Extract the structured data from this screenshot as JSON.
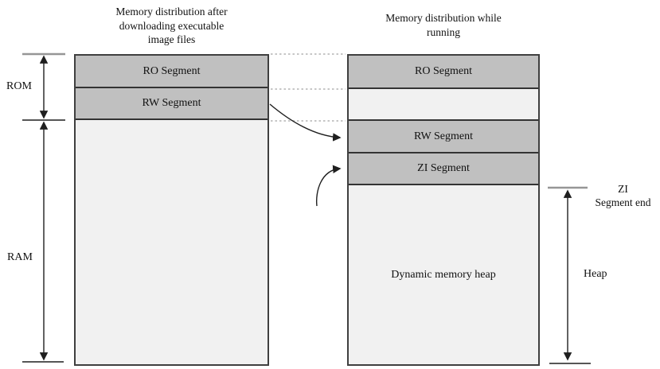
{
  "titles": {
    "left": {
      "line1": "Memory distribution after",
      "line2": "downloading executable",
      "line3": "image files"
    },
    "right": {
      "line1": "Memory distribution while",
      "line2": "running"
    }
  },
  "left_column": {
    "ro": "RO Segment",
    "rw": "RW Segment"
  },
  "right_column": {
    "ro": "RO Segment",
    "rw": "RW Segment",
    "zi": "ZI Segment",
    "heap": "Dynamic memory heap"
  },
  "side_labels": {
    "rom": "ROM",
    "ram": "RAM",
    "zi_end": {
      "line1": "ZI",
      "line2": "Segment end"
    },
    "heap": "Heap"
  },
  "colors": {
    "segment_gray": "#c0c0c0",
    "light_fill": "#f1f1f1",
    "box_border": "#3f3f3f",
    "separator": "#333333",
    "dashed_line": "#b3b3b3",
    "arrow_dark": "#1f1f1f",
    "tick_gray": "#969696"
  }
}
